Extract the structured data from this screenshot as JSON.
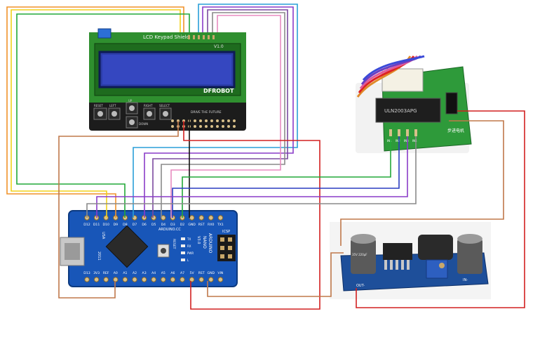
{
  "lcd_shield": {
    "title": "LCD Keypad Shield",
    "brand": "DFROBOT",
    "brand_tag": "DRIVE THE FUTURE",
    "version": "V1.0",
    "buttons": [
      "RESET",
      "LEFT",
      "UP",
      "DOWN",
      "RIGHT",
      "SELECT"
    ]
  },
  "driver_board": {
    "chip_label": "ULN2003APG",
    "board_label": "步进电机",
    "pin_labels": [
      "IN1",
      "IN2",
      "IN3",
      "IN4"
    ]
  },
  "arduino_nano": {
    "name": "ARDUINO",
    "model": "NANO",
    "version": "V3.0",
    "year": "2011",
    "site": "ARDUINO.CC",
    "usa": "USA",
    "reset": "RESET",
    "icsp": "ICSP",
    "leds": [
      "TX",
      "RX",
      "PWR",
      "L"
    ],
    "top_pins": [
      "D12",
      "D11",
      "D10",
      "D9",
      "D8",
      "D7",
      "D6",
      "D5",
      "D4",
      "D3",
      "D2",
      "GND",
      "RST",
      "RX0",
      "TX1"
    ],
    "bottom_pins": [
      "D13",
      "3V3",
      "REF",
      "A0",
      "A1",
      "A2",
      "A3",
      "A4",
      "A5",
      "A6",
      "A7",
      "5V",
      "RST",
      "GND",
      "VIN"
    ]
  },
  "buck_converter": {
    "cap_label": "35V 220µF",
    "out_minus": "OUT-",
    "in_minus": "IN-"
  },
  "wire_colors": {
    "orange": "#f0922a",
    "yellow": "#f2d21a",
    "green": "#22a838",
    "blue": "#2a9fd8",
    "purple": "#8a3cc8",
    "violet": "#7b4aa0",
    "pink": "#e88cc0",
    "black": "#111111",
    "red": "#d22020",
    "brown": "#c0784a",
    "gray": "#8a8a8a",
    "navy": "#2a3cc0"
  }
}
